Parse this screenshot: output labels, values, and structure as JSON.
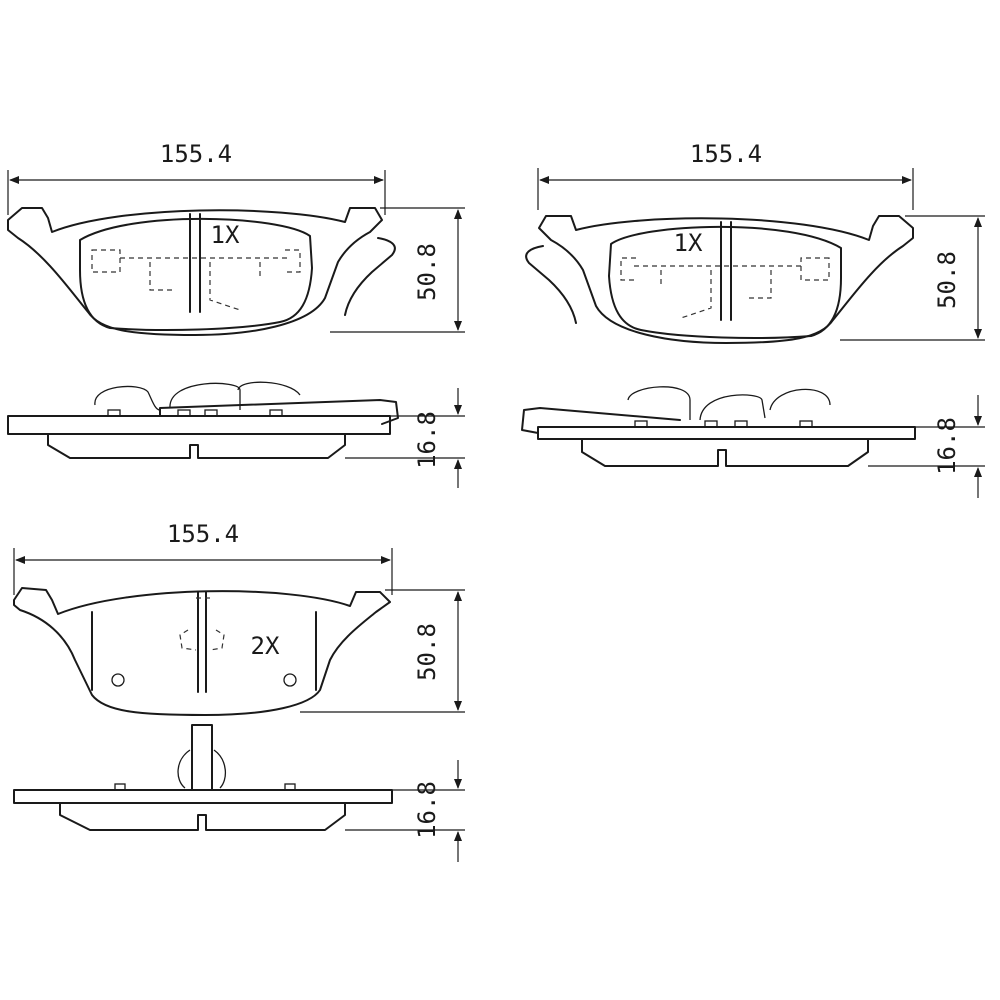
{
  "pads": [
    {
      "width_label": "155.4",
      "height_label": "50.8",
      "thickness_label": "16.8",
      "quantity_label": "1X"
    },
    {
      "width_label": "155.4",
      "height_label": "50.8",
      "thickness_label": "16.8",
      "quantity_label": "1X"
    },
    {
      "width_label": "155.4",
      "height_label": "50.8",
      "thickness_label": "16.8",
      "quantity_label": "2X"
    }
  ]
}
